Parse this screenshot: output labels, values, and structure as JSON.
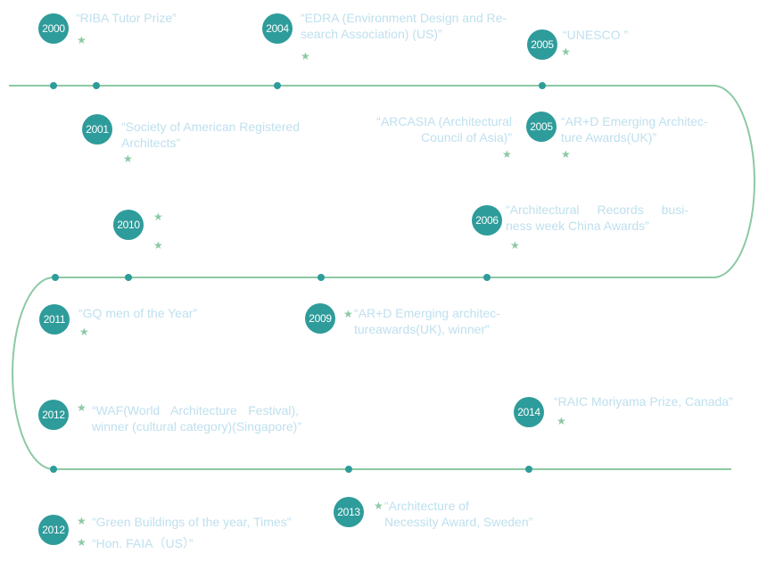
{
  "colors": {
    "badge": "#2e9c9b",
    "track": "#8cc9a4",
    "text": "#bfe0ee",
    "star": "#8cc9a4"
  },
  "icons": {
    "star": "star-icon"
  },
  "entries": [
    {
      "year": "2000",
      "lines": [
        "“RIBA Tutor Prize”"
      ]
    },
    {
      "year": "2004",
      "lines": [
        "“EDRA (Environment Design and Re-",
        "search Association) (US)”"
      ]
    },
    {
      "year": "2005",
      "lines": [
        "“UNESCO ”"
      ]
    },
    {
      "year": "2001",
      "lines": [
        "“Society of American Registered",
        "Architects”"
      ]
    },
    {
      "year": "",
      "lines": [
        "“ARCASIA (Architectural",
        "Council of Asia)”"
      ]
    },
    {
      "year": "2005",
      "lines": [
        "“AR+D Emerging Architec-",
        "ture Awards(UK)”"
      ]
    },
    {
      "year": "2010",
      "lines": []
    },
    {
      "year": "2006",
      "lines": [
        "“Architectural Records busi-",
        "ness week China Awards”"
      ]
    },
    {
      "year": "2011",
      "lines": [
        "“GQ men of the Year”"
      ]
    },
    {
      "year": "2009",
      "lines": [
        "“AR+D Emerging architec-",
        "tureawards(UK), winner”"
      ]
    },
    {
      "year": "2012",
      "lines": [
        "“WAF(World Architecture Festival),",
        "winner (cultural category)(Singapore)”"
      ]
    },
    {
      "year": "2014",
      "lines": [
        "“RAIC Moriyama Prize, Canada”"
      ]
    },
    {
      "year": "2012",
      "lines": [
        "“Green Buildings of the year, Times”",
        "“Hon. FAIA（US）”"
      ]
    },
    {
      "year": "2013",
      "lines": [
        "“Architecture of",
        "Necessity Award, Sweden”"
      ]
    }
  ]
}
